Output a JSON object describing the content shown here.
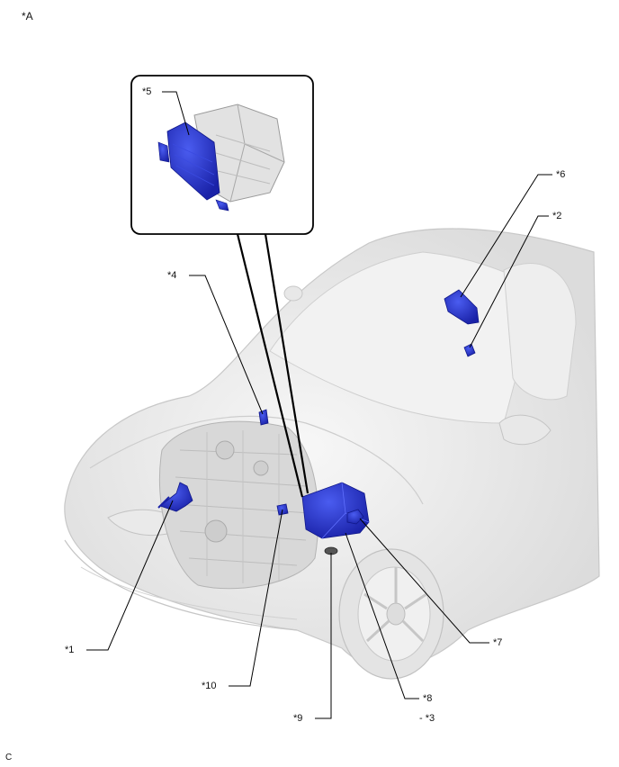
{
  "view_label": "*A",
  "callouts": {
    "c1": "*1",
    "c2": "*2",
    "c3": "- *3",
    "c4": "*4",
    "c5": "*5",
    "c6": "*6",
    "c7": "*7",
    "c8": "*8",
    "c9": "*9",
    "c10": "*10"
  },
  "figure_code": "C",
  "colors": {
    "highlight_part": "#2233cc",
    "car_body": "#e6e6e6",
    "leader_line": "#000000"
  }
}
